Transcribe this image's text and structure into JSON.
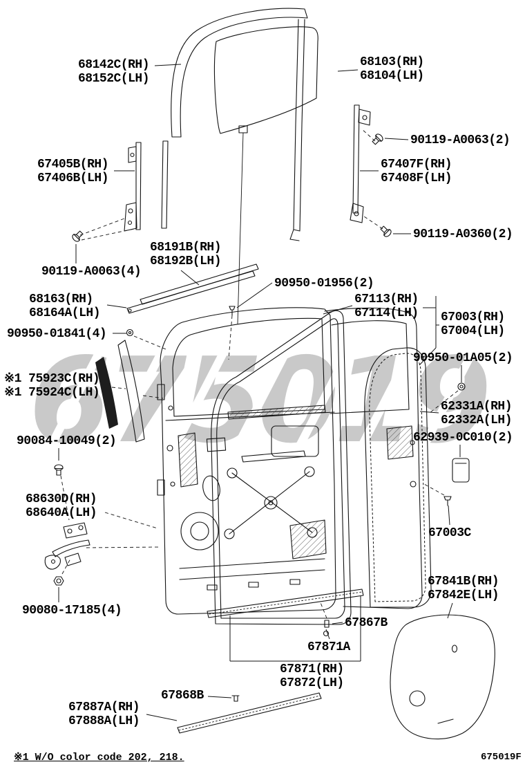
{
  "watermark": "675019",
  "footer": {
    "note": "※1 W/O color code 202, 218.",
    "figure_code": "675019F"
  },
  "labels": {
    "window_run": {
      "line1": "68142C(RH)",
      "line2": "68152C(LH)"
    },
    "door_glass": {
      "line1": "68103(RH)",
      "line2": "68104(LH)"
    },
    "bolt_a0063_2": {
      "line1": "90119-A0063(2)"
    },
    "channel_left": {
      "line1": "67405B(RH)",
      "line2": "67406B(LH)"
    },
    "channel_right": {
      "line1": "67407F(RH)",
      "line2": "67408F(LH)"
    },
    "bolt_a0360": {
      "line1": "90119-A0360(2)"
    },
    "belt_molding_outer": {
      "line1": "68191B(RH)",
      "line2": "68192B(LH)"
    },
    "bolt_a0063_4": {
      "line1": "90119-A0063(4)"
    },
    "clip_01956": {
      "line1": "90950-01956(2)"
    },
    "belt_molding_inner": {
      "line1": "68163(RH)",
      "line2": "68164A(LH)"
    },
    "door_frame": {
      "line1": "67113(RH)",
      "line2": "67114(LH)"
    },
    "door_panel": {
      "line1": "67003(RH)",
      "line2": "67004(LH)"
    },
    "clip_01841": {
      "line1": "90950-01841(4)"
    },
    "clip_01a05": {
      "line1": "90950-01A05(2)"
    },
    "tape": {
      "line1": "※1 75923C(RH)",
      "line2": "※1 75924C(LH)"
    },
    "weatherstrip_opening": {
      "line1": "62331A(RH)",
      "line2": "62332A(LH)"
    },
    "pad_0c010": {
      "line1": "62939-0C010(2)"
    },
    "bolt_10049": {
      "line1": "90084-10049(2)"
    },
    "door_check": {
      "line1": "68630D(RH)",
      "line2": "68640A(LH)"
    },
    "clip_67003c": {
      "line1": "67003C"
    },
    "nut_17185": {
      "line1": "90080-17185(4)"
    },
    "hole_cover": {
      "line1": "67841B(RH)",
      "line2": "67842E(LH)"
    },
    "clip_67867b": {
      "line1": "67867B"
    },
    "clip_67871a": {
      "line1": "67871A"
    },
    "weatherstrip_bottom": {
      "line1": "67871(RH)",
      "line2": "67872(LH)"
    },
    "clip_67868b": {
      "line1": "67868B"
    },
    "molding_bottom": {
      "line1": "67887A(RH)",
      "line2": "67888A(LH)"
    }
  }
}
